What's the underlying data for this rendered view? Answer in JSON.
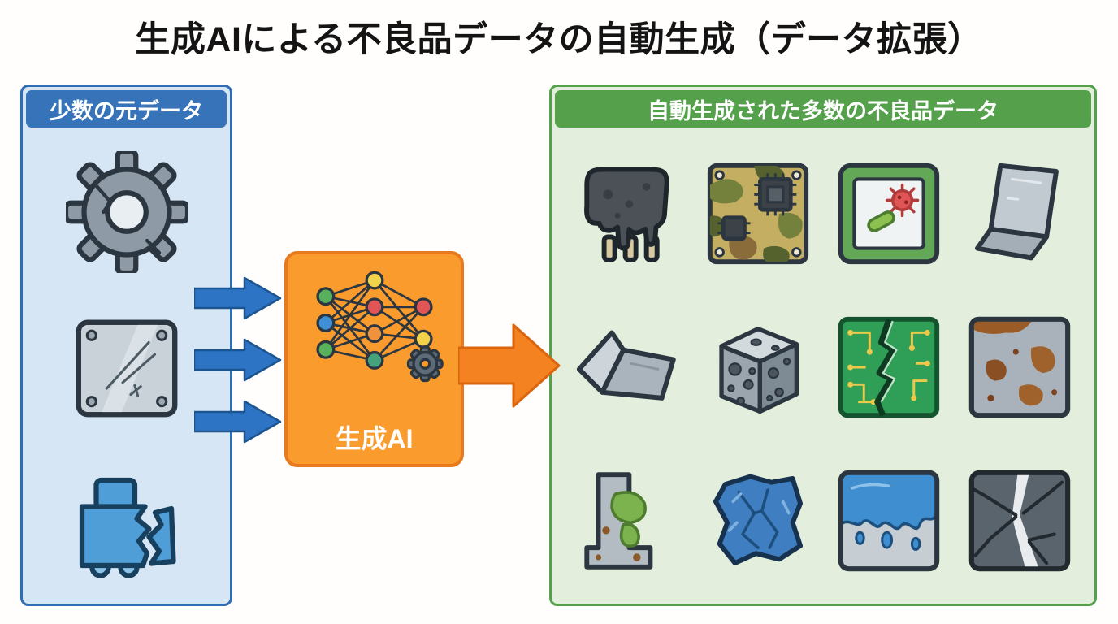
{
  "title": "生成AIによる不良品データの自動生成（データ拡張）",
  "left_panel": {
    "header": "少数の元データ",
    "icons": [
      "cracked-gear-icon",
      "scratched-plate-icon",
      "broken-machine-icon"
    ]
  },
  "generator": {
    "label": "生成AI",
    "icons": [
      "neural-network-icon",
      "gear-icon"
    ]
  },
  "right_panel": {
    "header": "自動生成された多数の不良品データ",
    "icons": [
      "melted-component-icon",
      "camo-circuit-board-icon",
      "contaminated-board-icon",
      "bent-plate-icon",
      "folded-sheet-icon",
      "porous-cube-icon",
      "cracked-pcb-icon",
      "rusty-plate-icon",
      "corroded-bracket-icon",
      "crumpled-part-icon",
      "liquid-spill-plate-icon",
      "shattered-plate-icon"
    ]
  },
  "arrows": {
    "input_arrow_count": 3,
    "output_arrow_count": 1,
    "input_arrow_icon": "right-arrow-icon",
    "output_arrow_icon": "right-arrow-icon"
  },
  "colors": {
    "left_panel_bg": "#d7e6f4",
    "left_panel_border": "#2f6db6",
    "left_header_bg": "#3673b9",
    "right_panel_bg": "#e3efdc",
    "right_panel_border": "#55a14b",
    "right_header_bg": "#55a14b",
    "generator_bg": "#f99b2d",
    "generator_border": "#e8791c",
    "input_arrow": "#2d74c4",
    "output_arrow": "#f58220",
    "title_text": "#141414",
    "header_text": "#ffffff"
  }
}
